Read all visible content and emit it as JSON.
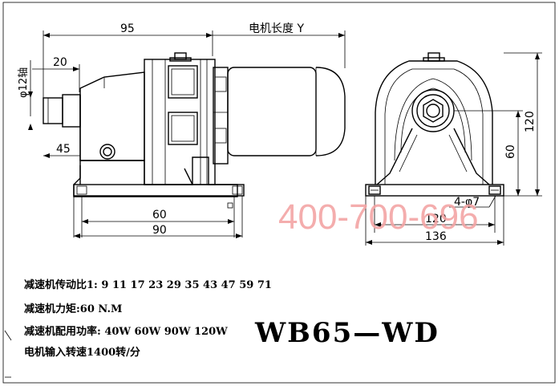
{
  "dimensions": {
    "d95": "95",
    "motor_length": "电机长度 Y",
    "d20": "20",
    "shaft_dia": "φ12轴",
    "d45": "45",
    "d60_base": "60",
    "d90_base": "90",
    "d120_height": "120",
    "d60_center": "60",
    "holes": "4-φ7",
    "d120_width": "120",
    "d136_width": "136"
  },
  "watermark": "400-700-696",
  "specs": {
    "ratio": "减速机传动比1: 9  11  17 23 29 35 43 47 59 71",
    "torque": "减速机力矩:60 N.M",
    "power": "减速机配用功率:  40W 60W 90W 120W",
    "input_speed": "电机输入转速1400转/分"
  },
  "model": "WB65—WD",
  "colors": {
    "watermark": "#f3a5a5",
    "line": "#000000"
  }
}
